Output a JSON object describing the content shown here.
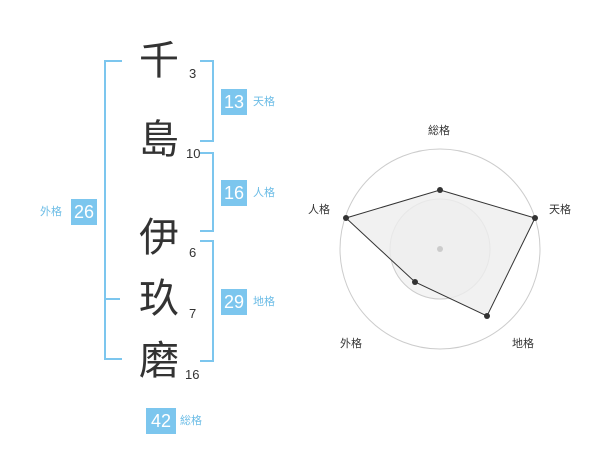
{
  "name": {
    "chars": [
      {
        "char": "千",
        "strokes": "3"
      },
      {
        "char": "島",
        "strokes": "10"
      },
      {
        "char": "伊",
        "strokes": "6"
      },
      {
        "char": "玖",
        "strokes": "7"
      },
      {
        "char": "磨",
        "strokes": "16"
      }
    ]
  },
  "scores": {
    "tenkaku": {
      "value": "13",
      "label": "天格"
    },
    "jinkaku": {
      "value": "16",
      "label": "人格"
    },
    "chikaku": {
      "value": "29",
      "label": "地格"
    },
    "gaikaku": {
      "value": "26",
      "label": "外格"
    },
    "soukaku": {
      "value": "42",
      "label": "総格"
    }
  },
  "chart_data": {
    "type": "radar",
    "axes": [
      "総格",
      "天格",
      "地格",
      "外格",
      "人格"
    ],
    "rings": 4,
    "colors": {
      "fill": "#eeeeee",
      "stroke": "#333333",
      "ring": "#cccccc",
      "accent": "#7cc6ee"
    }
  }
}
